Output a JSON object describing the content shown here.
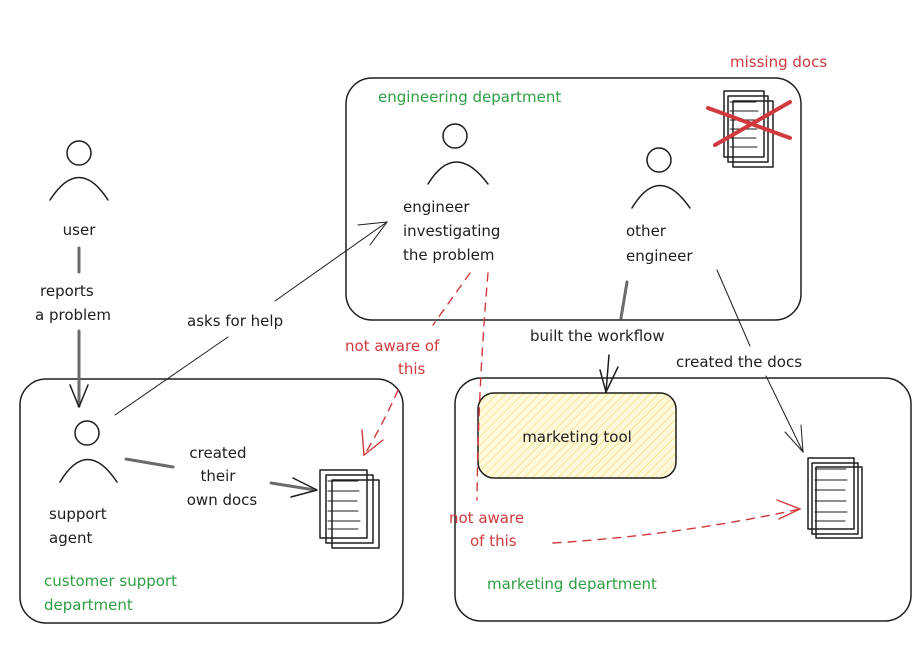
{
  "diagram": {
    "departments": {
      "engineering": "engineering department",
      "customer_support_line1": "customer support",
      "customer_support_line2": "department",
      "marketing": "marketing department"
    },
    "actors": {
      "user": "user",
      "support_agent_line1": "support",
      "support_agent_line2": "agent",
      "engineer_line1": "engineer",
      "engineer_line2": "investigating",
      "engineer_line3": "the problem",
      "other_engineer_line1": "other",
      "other_engineer_line2": "engineer"
    },
    "nodes": {
      "marketing_tool": "marketing tool"
    },
    "edge_labels": {
      "reports_line1": "reports",
      "reports_line2": "a problem",
      "asks_for_help": "asks for help",
      "created_own_docs_line1": "created",
      "created_own_docs_line2": "their",
      "created_own_docs_line3": "own docs",
      "built_workflow": "built the workflow",
      "created_docs": "created the docs"
    },
    "annotations": {
      "missing_docs": "missing docs",
      "not_aware_1_line1": "not aware of",
      "not_aware_1_line2": "this",
      "not_aware_2_line1": "not aware",
      "not_aware_2_line2": "of this"
    },
    "colors": {
      "department_label": "#2f9e44",
      "annotation": "#d0393e",
      "tool_fill": "#ffec99",
      "stroke": "#1e1e1e"
    }
  }
}
